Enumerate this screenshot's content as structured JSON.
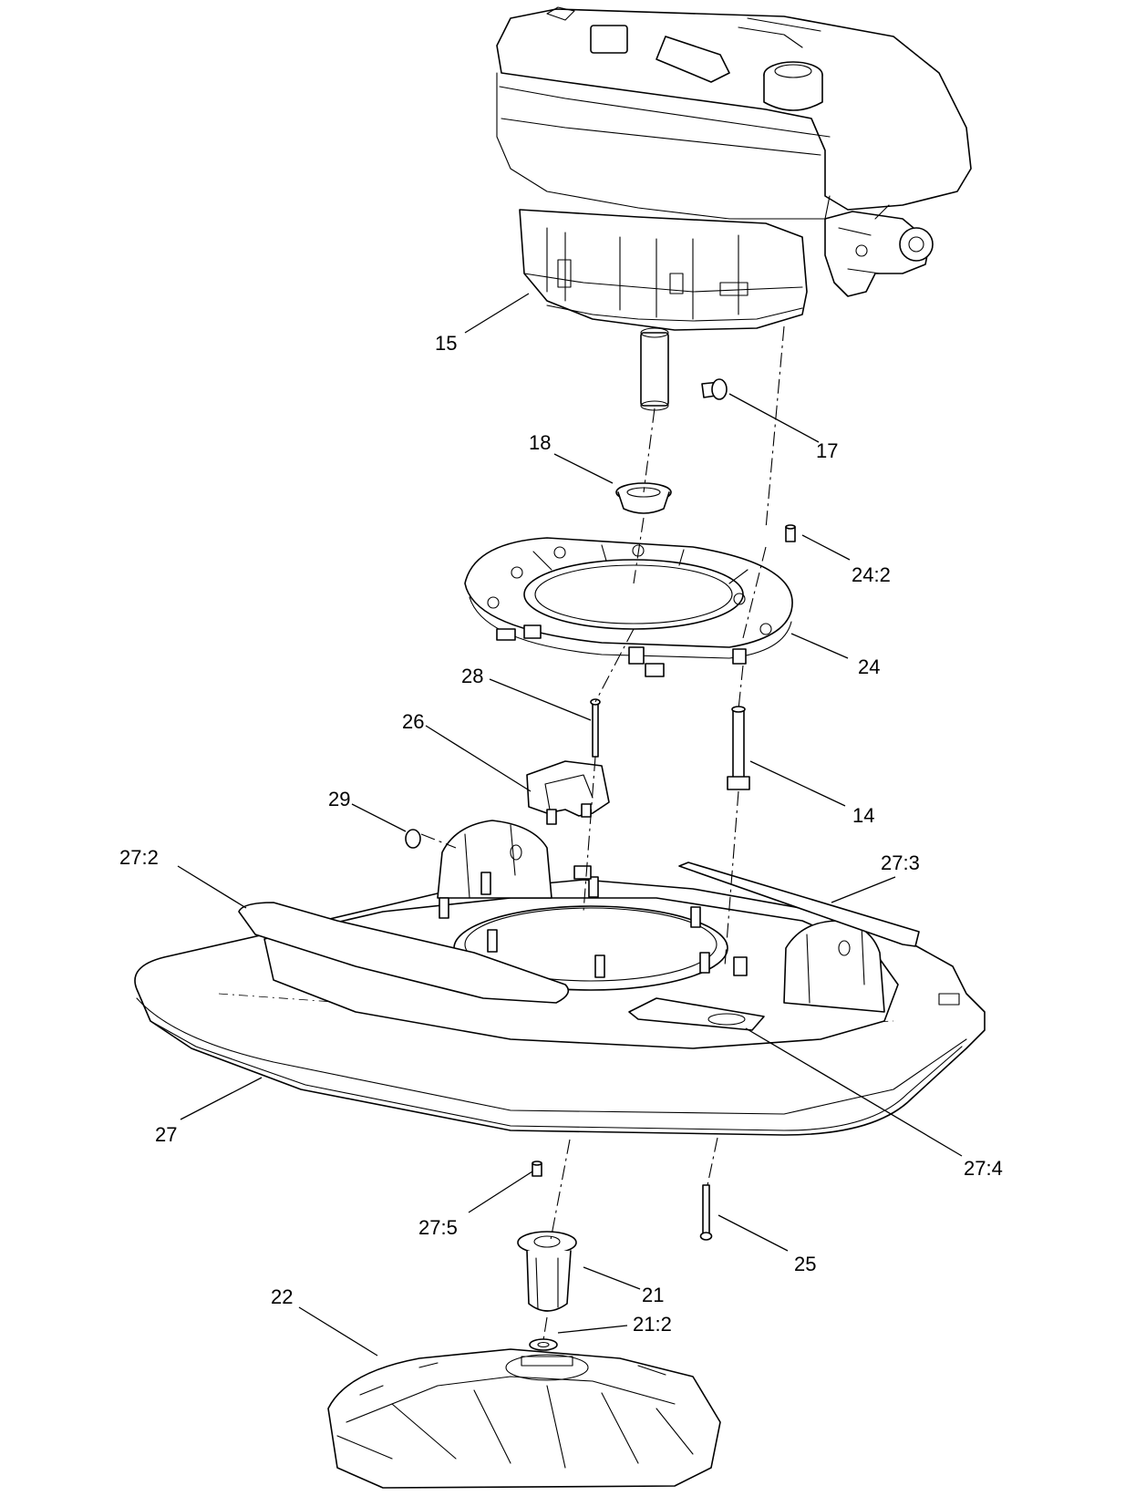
{
  "diagram": {
    "callouts": [
      {
        "id": "15",
        "label": "15"
      },
      {
        "id": "17",
        "label": "17"
      },
      {
        "id": "18",
        "label": "18"
      },
      {
        "id": "24-2",
        "label": "24:2"
      },
      {
        "id": "24",
        "label": "24"
      },
      {
        "id": "28",
        "label": "28"
      },
      {
        "id": "26",
        "label": "26"
      },
      {
        "id": "14",
        "label": "14"
      },
      {
        "id": "29",
        "label": "29"
      },
      {
        "id": "27-2",
        "label": "27:2"
      },
      {
        "id": "27-3",
        "label": "27:3"
      },
      {
        "id": "27",
        "label": "27"
      },
      {
        "id": "27-4",
        "label": "27:4"
      },
      {
        "id": "27-5",
        "label": "27:5"
      },
      {
        "id": "25",
        "label": "25"
      },
      {
        "id": "21",
        "label": "21"
      },
      {
        "id": "22",
        "label": "22"
      },
      {
        "id": "21-2",
        "label": "21:2"
      }
    ]
  }
}
